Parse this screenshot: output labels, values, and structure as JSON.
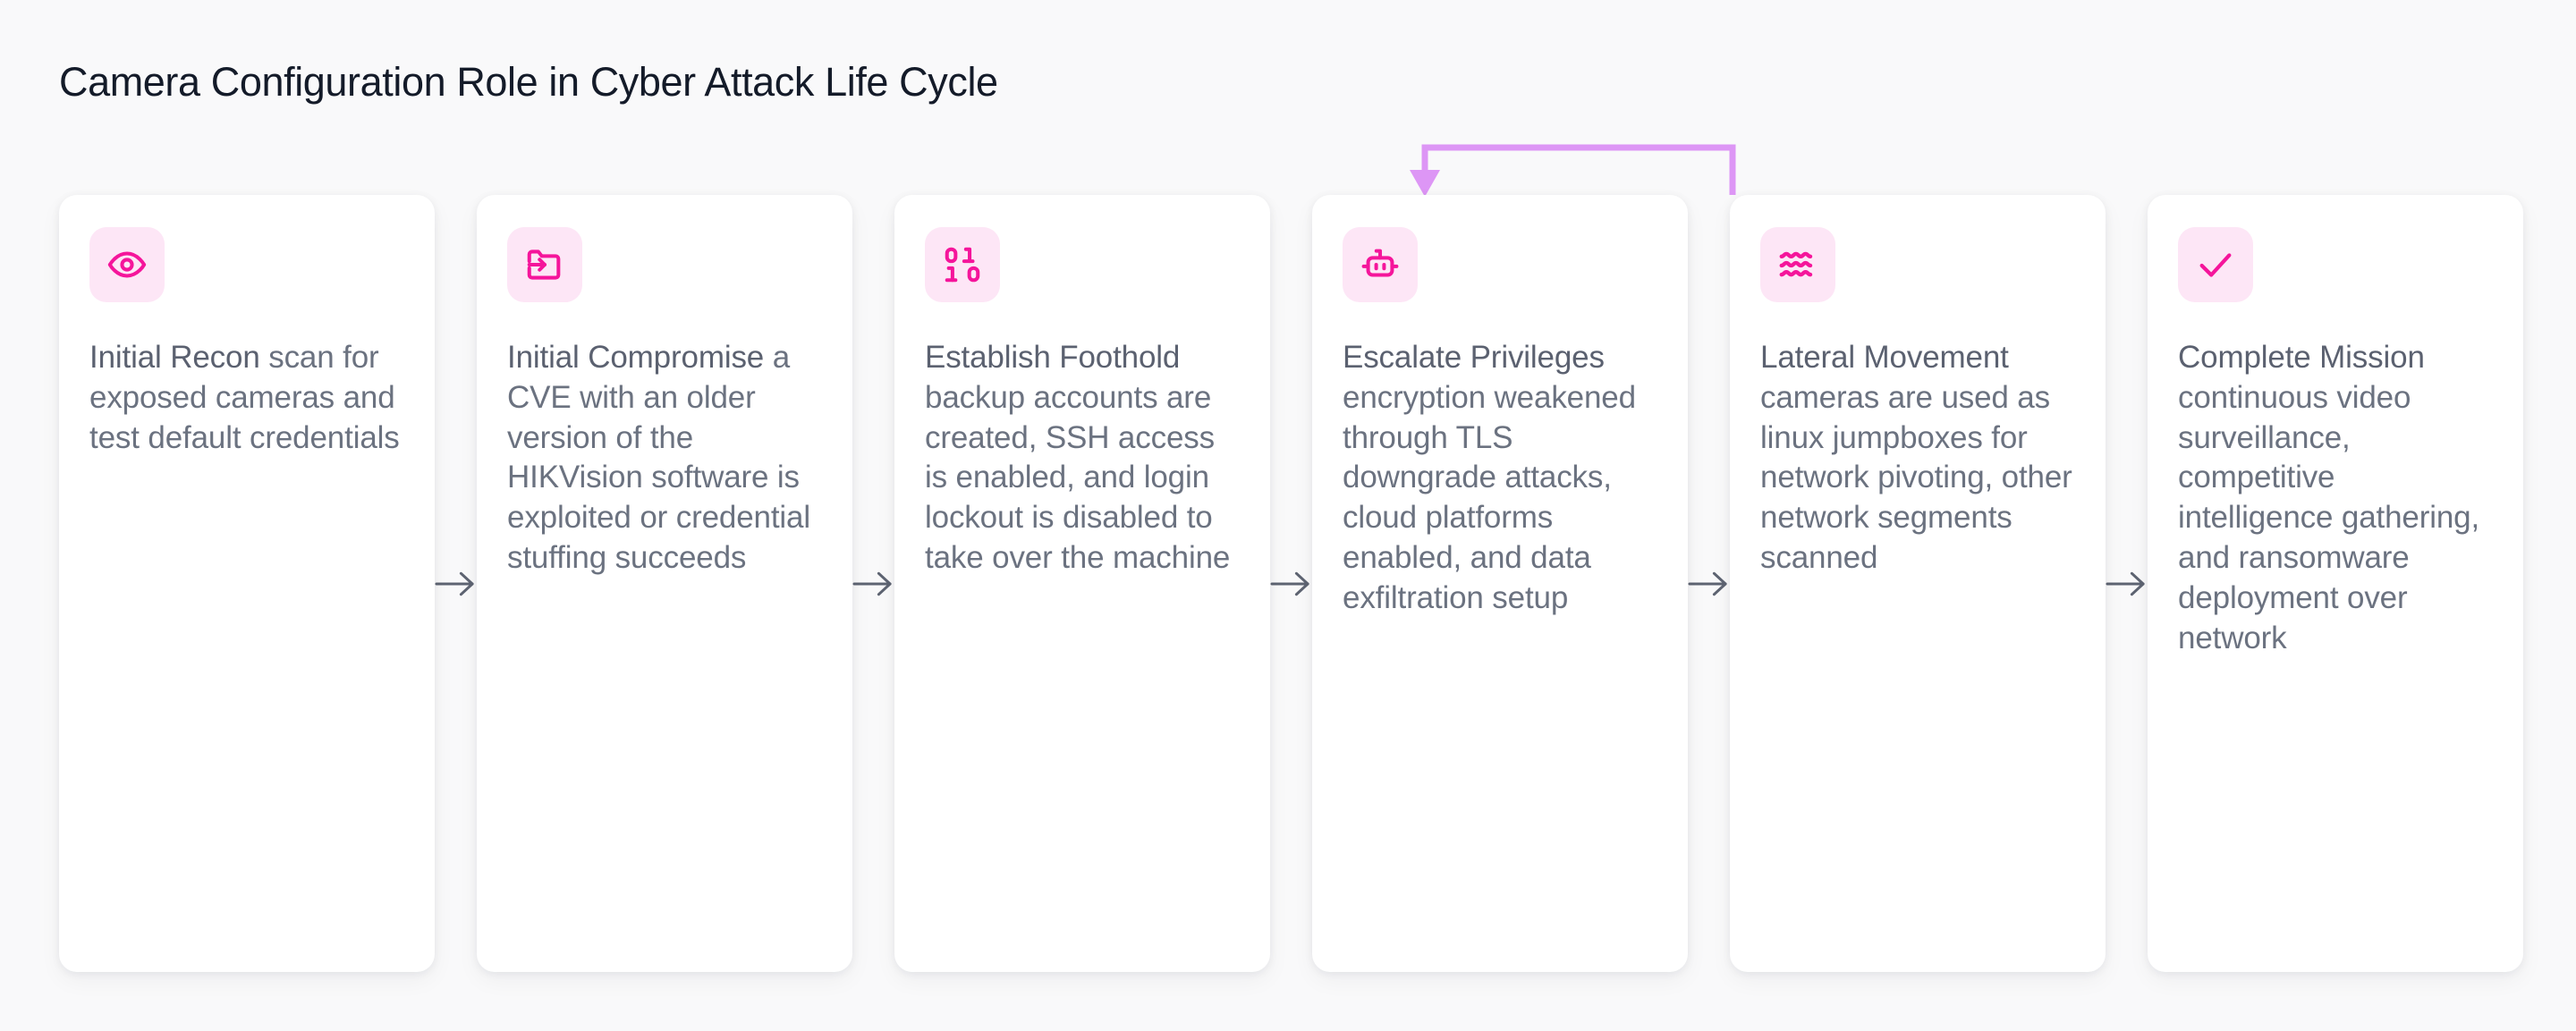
{
  "page": {
    "title": "Camera Configuration Role in Cyber Attack Life Cycle",
    "background_color": "#f9f9fa",
    "title_color": "#141b29"
  },
  "theme": {
    "card_background": "#ffffff",
    "icon_chip_background": "#fde6f6",
    "icon_stroke_color": "#f5159b",
    "text_color": "#5b6170",
    "connector_arrow_color": "#5e6472",
    "feedback_arrow_color": "#dd96f5"
  },
  "flow": {
    "connector_icon": "arrow-right-icon",
    "stages": [
      {
        "id": "initial-recon",
        "icon": "eye-icon",
        "title": "Initial Recon",
        "description": "scan for exposed cameras and test default credentials"
      },
      {
        "id": "initial-compromise",
        "icon": "folder-input-icon",
        "title": "Initial Compromise",
        "description": "a CVE with an older version of the HIKVision software is exploited or credential stuffing succeeds"
      },
      {
        "id": "establish-foothold",
        "icon": "binary-icon",
        "title": "Establish Foothold",
        "description": "backup accounts are created, SSH access is enabled, and login lockout is disabled to take over the machine"
      },
      {
        "id": "escalate-privileges",
        "icon": "bot-icon",
        "title": "Escalate Privileges",
        "description": "encryption weakened through TLS downgrade attacks, cloud platforms enabled, and data exfiltration setup"
      },
      {
        "id": "lateral-movement",
        "icon": "waves-icon",
        "title": "Lateral Movement",
        "description": "cameras are used as linux jumpboxes for network pivoting, other network segments scanned"
      },
      {
        "id": "complete-mission",
        "icon": "check-icon",
        "title": "Complete Mission",
        "description": "continuous video surveillance, competitive intelligence gathering, and ransomware deployment over network"
      }
    ]
  },
  "feedback_arrow": {
    "name": "feedback-loop-arrow",
    "from_stage": "lateral-movement",
    "to_stage": "escalate-privileges",
    "color": "#dd96f5"
  }
}
